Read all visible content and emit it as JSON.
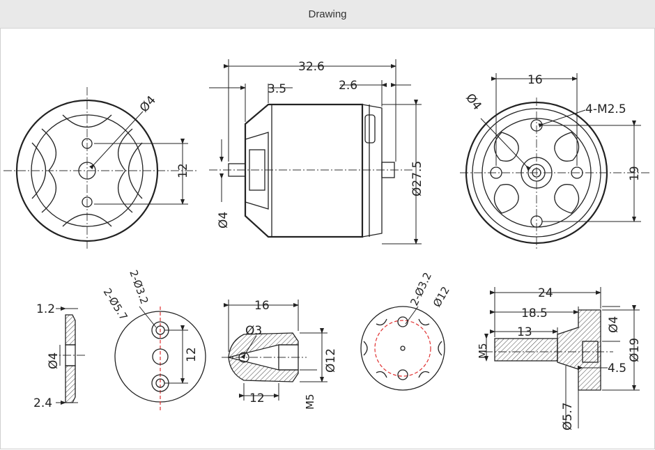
{
  "header": {
    "title": "Drawing"
  },
  "front_view": {
    "dia_label": "Ø4",
    "dim_12": "12"
  },
  "side_view": {
    "overall_len": "32.6",
    "len_35": "3.5",
    "len_26": "2.6",
    "dia_275": "Ø27.5",
    "shaft_dia": "Ø4"
  },
  "rear_view": {
    "width_16": "16",
    "screw_label": "4-M2.5",
    "dia_label": "Ø4",
    "height_19": "19"
  },
  "washer_view": {
    "t12": "1.2",
    "dia4": "Ø4",
    "t24": "2.4"
  },
  "adapter_plate": {
    "holes_small": "2-Ø3.2",
    "holes_large": "2-Ø5.7",
    "dim_12": "12"
  },
  "prop_nut": {
    "len_16": "16",
    "hole_3": "Ø3",
    "dia_12": "Ø12",
    "len_12": "12",
    "thread": "M5"
  },
  "prop_mount": {
    "holes": "2-Ø3.2",
    "dia": "Ø12"
  },
  "prop_adapter": {
    "len_24": "24",
    "len_185": "18.5",
    "len_13": "13",
    "thread": "M5",
    "dia_4": "Ø4",
    "dia_19": "Ø19",
    "len_45": "4.5",
    "dia_57": "Ø5.7"
  }
}
